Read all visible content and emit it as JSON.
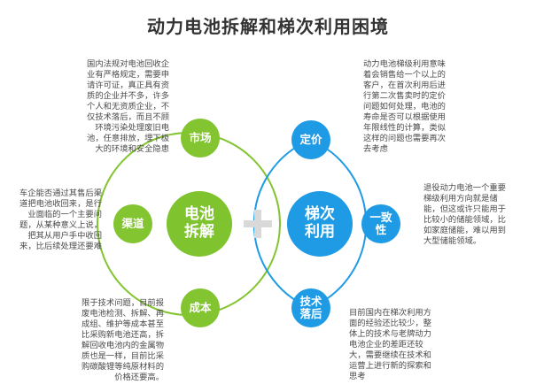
{
  "title": "动力电池拆解和梯次利用困境",
  "left_group": {
    "center": "电池\n拆解",
    "nodes": {
      "market": "市场",
      "channel": "渠道",
      "cost": "成本"
    },
    "texts": {
      "market": "国内法规对电池回收企\n业有严格规定，需要申\n请许可证，真正具有资\n质的企业并不多，许多\n个人和无资质企业，不\n仅技术落后，而且不顾\n环境污染处理废旧电\n池，任意排放，埋下极\n大的环境和安全隐患",
      "channel": "车企能否通过其售后渠\n道把电池收回来，是行\n业面临的一个主要问\n题，从某种意义上说，\n把其从用户手中收回\n来，比后续处理还要难",
      "cost": "限于技术问题，目前报\n废电池检测、拆解、再\n成组、维护等成本甚至\n比采购新电池还高，拆\n解回收电池内的金属物\n质也是一样，目前比采\n购碳酸锂等纯原材料的\n价格还要高。"
    }
  },
  "right_group": {
    "center": "梯次\n利用",
    "nodes": {
      "pricing": "定价",
      "consistency": "一致\n性",
      "technology": "技术\n落后"
    },
    "texts": {
      "pricing": "动力电池梯级利用意味\n着会销售给一个以上的\n客户，在首次利用后进\n行第二次售卖时的定价\n问题如何处理，电池的\n寿命是否可以根据使用\n年限线性的计算，类似\n这样的问题也需要再次\n去考虑",
      "consistency": "退役动力电池一个重要\n梯级利用方向就是储\n能，但这或许只能用于\n比较小的储能领域，比\n如家庭储能，难以用到\n大型储能领域。",
      "technology": "目前国内在梯次利用方\n面的经验还比较少，整\n体上的技术与老牌动力\n电池企业的差距还较\n大，需要继续在技术和\n运营上进行新的探索和\n思考"
    }
  },
  "colors": {
    "green": "#83c431",
    "blue": "#1e9be4",
    "plus": "#d9d9d9",
    "text": "#4a4a4a",
    "title": "#333333"
  }
}
